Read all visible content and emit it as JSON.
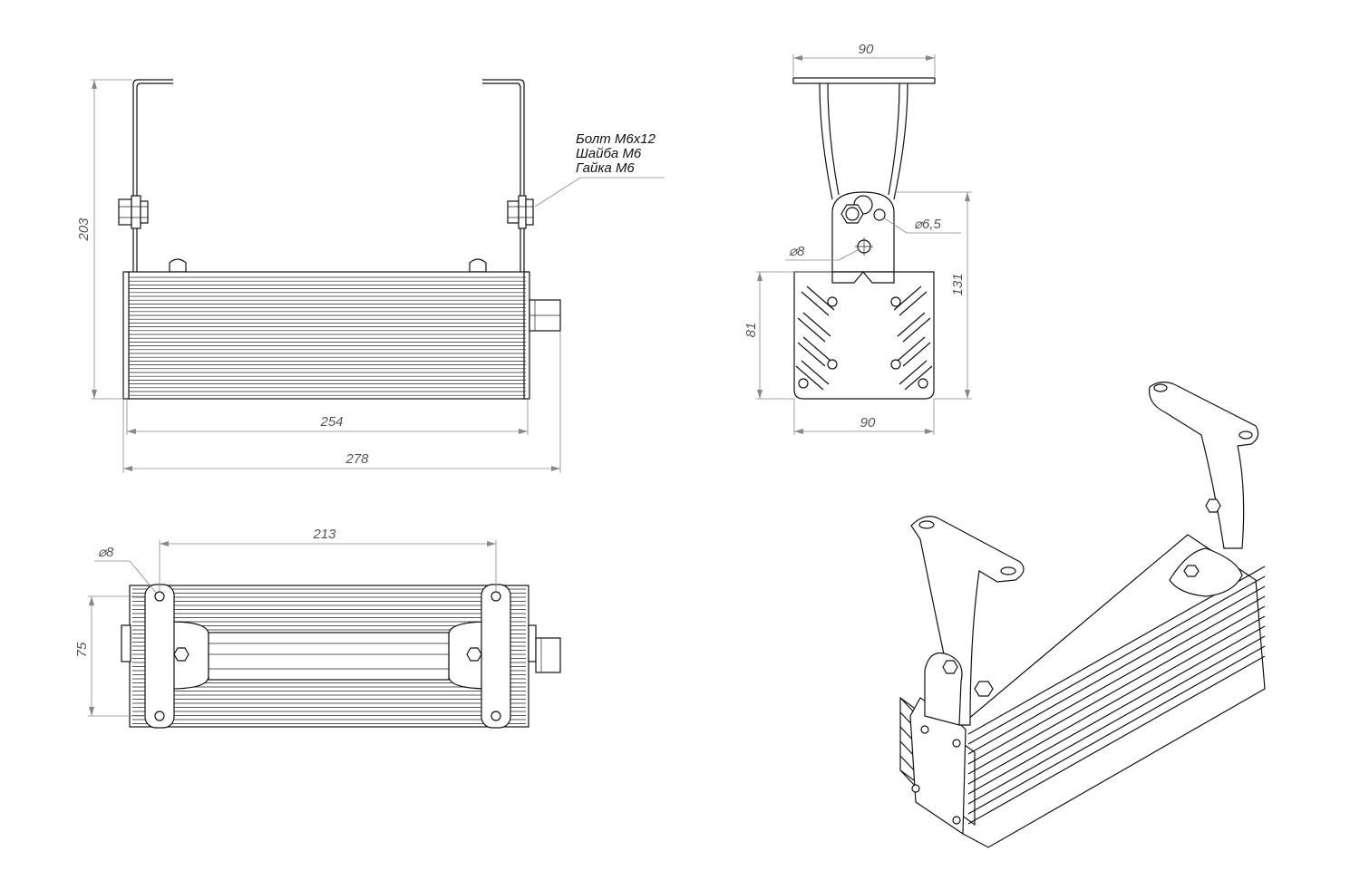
{
  "dimensions": {
    "side_height": "203",
    "side_body_length": "254",
    "side_total_length": "278",
    "end_bracket_width": "90",
    "end_hole_6_5": "⌀6,5",
    "end_hole_8": "⌀8",
    "end_height_131": "131",
    "end_body_height": "81",
    "end_body_width": "90",
    "top_hole_spacing": "213",
    "top_hole_dia": "⌀8",
    "top_width": "75"
  },
  "callout": {
    "bolt": "Болт М6х12",
    "washer": "Шайба М6",
    "nut": "Гайка М6"
  }
}
